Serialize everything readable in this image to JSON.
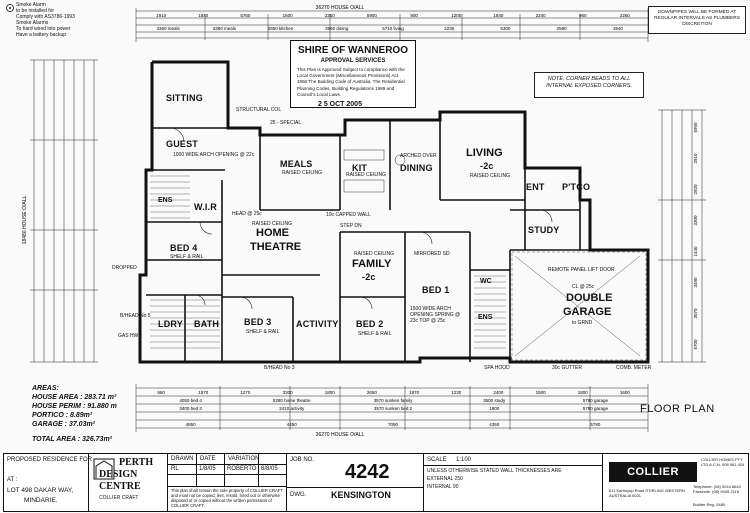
{
  "sheet_notes": {
    "top_left_lines": [
      "Smoke Alarm",
      "to be installed for",
      "Comply with AS3786-1993",
      "Smoke Alarms",
      "To hard wired into power",
      "Have a battery backup"
    ],
    "top_right": "DOWNPIPES WILL BE FORMED AT REGULAR INTERVALS AS PLUMBERS DISCRETION",
    "corner_beads": "NOTE: CORNER BEADS TO ALL INTERNAL EXPOSED CORNERS."
  },
  "stamp": {
    "title": "SHIRE OF WANNEROO",
    "subtitle": "APPROVAL SERVICES",
    "body": "This Plan is Approved Subject to compliance with the Local Government (Miscellaneous Provisions) Act, 1960 The Building Code of Australia, The Residential Planning Codes, Building Regulations 1989 and Council's Local Laws.",
    "date": "2 5 OCT 2005"
  },
  "rooms": {
    "sitting": "SITTING",
    "guest": "GUEST",
    "meals": "MEALS",
    "kit": "KIT",
    "dining": "DINING",
    "living": "LIVING",
    "living_sub": "-2c",
    "ent": "ENT",
    "ptco": "P'TCO",
    "wir": "W.I.R",
    "ens": "ENS",
    "home_theatre_1": "HOME",
    "home_theatre_2": "THEATRE",
    "bed4": "BED 4",
    "study": "STUDY",
    "family": "FAMILY",
    "family_sub": "-2c",
    "bed1": "BED 1",
    "wc": "WC",
    "ens2": "ENS",
    "double_garage_1": "DOUBLE",
    "double_garage_2": "GARAGE",
    "ldry": "LDRY",
    "bath": "BATH",
    "bed3": "BED 3",
    "activity": "ACTIVITY",
    "bed2": "BED 2"
  },
  "room_notes": {
    "guest_ceiling": "1000 WIDE ARCH OPENING @ 22c",
    "meals_ceiling": "RAISED CEILING",
    "kit_ceiling": "RAISED CEILING",
    "theatre_ceiling": "RAISED CEILING",
    "family_ceiling": "RAISED CEILING",
    "living_ceiling": "RAISED CEILING",
    "bed1_arch": "1500 WIDE ARCH OPENING SPRING @ 23c TOP @ 25c",
    "garage_door": "REMOTE PANEL LIFT DOOR",
    "garage_ceiling": "CL @ 25c",
    "garage_ceiling2": "to GRND",
    "shelf_rail": "SHELF & RAIL",
    "structural_col": "STRUCTURAL COL",
    "special": "25 - SPECIAL",
    "capped_wall": "10c CAPPED WALL",
    "arched_over": "ARCHED OVER",
    "step_dn": "STEP DN",
    "mirrored_sd": "MIRRORED SD",
    "bhead": "B/HEAD No 5",
    "gas_hwu": "GAS HWU",
    "dropped": "DROPPED",
    "bhead2": "B/HEAD No 3",
    "spa_hood": "SPA HOOD",
    "comb_meter": "COMB. METER",
    "gutter": "30c GUTTER",
    "head": "HEAD @ 25c"
  },
  "dimensions": {
    "overall_top": "36270 HOUSE O/ALL",
    "overall_bottom": "36270 HOUSE O/ALL",
    "overall_left": "18480 HOUSE O/ALL",
    "top_row1": [
      "1910",
      "1840",
      "5760",
      "1600",
      "2250",
      "5900",
      "900",
      "1200",
      "1840",
      "2240",
      "960",
      "2260"
    ],
    "top_row2": [
      "3360 meals",
      "3380 meals",
      "2850 kitchen",
      "3560 dining",
      "5710 living",
      "2230",
      "5300",
      "2580",
      "1940"
    ],
    "bottom_row1": [
      "960",
      "1570",
      "1270",
      "3300",
      "1800",
      "2650",
      "1870",
      "1230",
      "2400",
      "1500",
      "1800",
      "1600"
    ],
    "bottom_row2": [
      "4050 bed 4",
      "5280 home theatre",
      "3570 sunken family",
      "3500 study",
      "5780 garage"
    ],
    "bottom_row3": [
      "3400 bed 3",
      "2410 activity",
      "3570 sunken bed 2",
      "1800",
      "5780 garage"
    ],
    "bottom_row4": [
      "4850",
      "4450",
      "7090",
      "4350",
      "5780"
    ],
    "right_col": [
      "5950",
      "2910",
      "2920",
      "3300",
      "1440",
      "3490",
      "3070",
      "5700"
    ]
  },
  "areas": {
    "heading": "AREAS:",
    "house_area": "HOUSE AREA : 283.71 m²",
    "house_perim": "HOUSE PERIM : 91.880 m",
    "portico": "PORTICO : 8.89m²",
    "garage": "GARAGE : 37.03m²",
    "total": "TOTAL AREA : 326.73m²"
  },
  "floor_plan_label": "FLOOR PLAN",
  "title_block": {
    "proposed": "PROPOSED RESIDENCE FOR",
    "at": "AT :",
    "lot": "LOT 498 DAKAR WAY,",
    "suburb": "MINDARIE.",
    "design_centre_1": "PERTH",
    "design_centre_2": "DESIGN",
    "design_centre_3": "CENTRE",
    "design_centre_4": "COLLIER CRAFT",
    "drawn_label": "DRAWN",
    "date_label": "DATE",
    "variation_label": "VARIATION",
    "drawn_rows": [
      [
        "RL",
        "1/8/05",
        "ROBERTO",
        "8/8/05"
      ],
      [
        "",
        "",
        "",
        ""
      ],
      [
        "",
        "",
        "",
        ""
      ]
    ],
    "copyright": "This plan shall remain the sole property of COLLIER CRAFT and must not be copied, lent, resold, hired out or otherwise disposed of or copied without the written permission of COLLIER CRAFT.",
    "job_no_label": "JOB NO.",
    "job_no": "4242",
    "dwg_label": "DWG.",
    "dwg": "KENSINGTON",
    "scale_label": "SCALE",
    "scale": "1:100",
    "wall_note_1": "UNLESS OTHERWISE STATED WALL THICKNESSES ARE",
    "wall_note_2": "EXTERNAL 250",
    "wall_note_3": "INTERNAL 90",
    "company": "COLLIER CRAFT",
    "company_small": "COLLIER HOMES PTY. LTD A.C.N. 008 961 424",
    "address": "611 Karrinyup Road STIRLING WESTERN AUSTRALIA 6021",
    "phone": "Telephone: (08) 9244 6644 Facsimile: (08) 9445 2116",
    "builder_reg": "Builder Reg. 2480"
  }
}
